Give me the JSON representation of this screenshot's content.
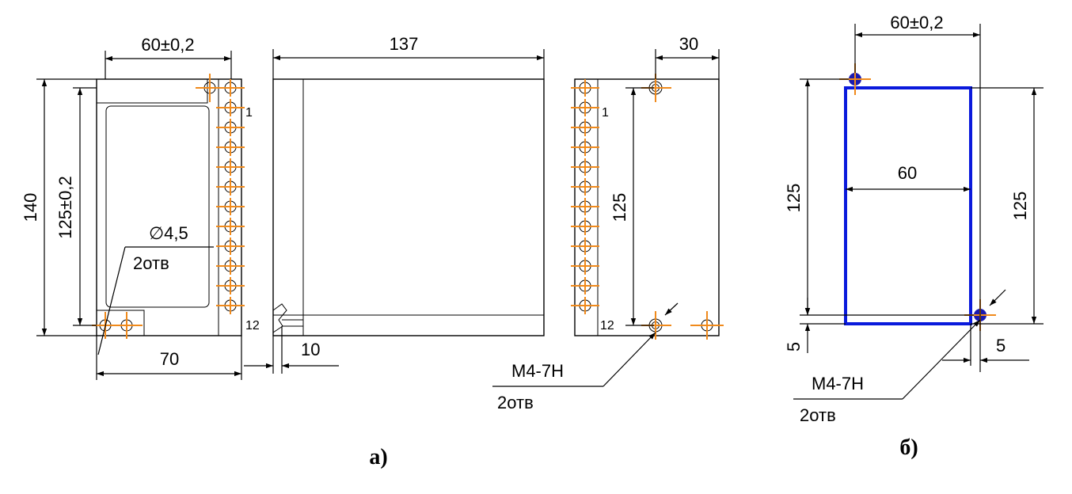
{
  "colors": {
    "outline": "#000000",
    "centerlines": "#f08a1c",
    "cutout": "#0a1adc",
    "hole_fill": "#1a1ab0"
  },
  "view_a": {
    "front": {
      "dim_top": "60±0,2",
      "dim_left_outer": "140",
      "dim_left_inner": "125±0,2",
      "dim_bottom": "70",
      "hole_dia": "∅4,5",
      "hole_count": "2отв",
      "terminal_first": "1",
      "terminal_last": "12"
    },
    "side": {
      "dim_top": "137",
      "dim_bottom": "10"
    },
    "rear": {
      "dim_top": "30",
      "dim_vertical": "125",
      "terminal_first": "1",
      "terminal_last": "12",
      "thread": "М4-7Н",
      "hole_count": "2отв"
    },
    "caption": "а)"
  },
  "view_b": {
    "dim_top": "60±0,2",
    "dim_left": "125",
    "dim_inner": "60",
    "dim_right": "125",
    "dim_bottom_left": "5",
    "dim_bottom_right": "5",
    "thread": "М4-7Н",
    "hole_count": "2отв",
    "caption": "б)"
  }
}
